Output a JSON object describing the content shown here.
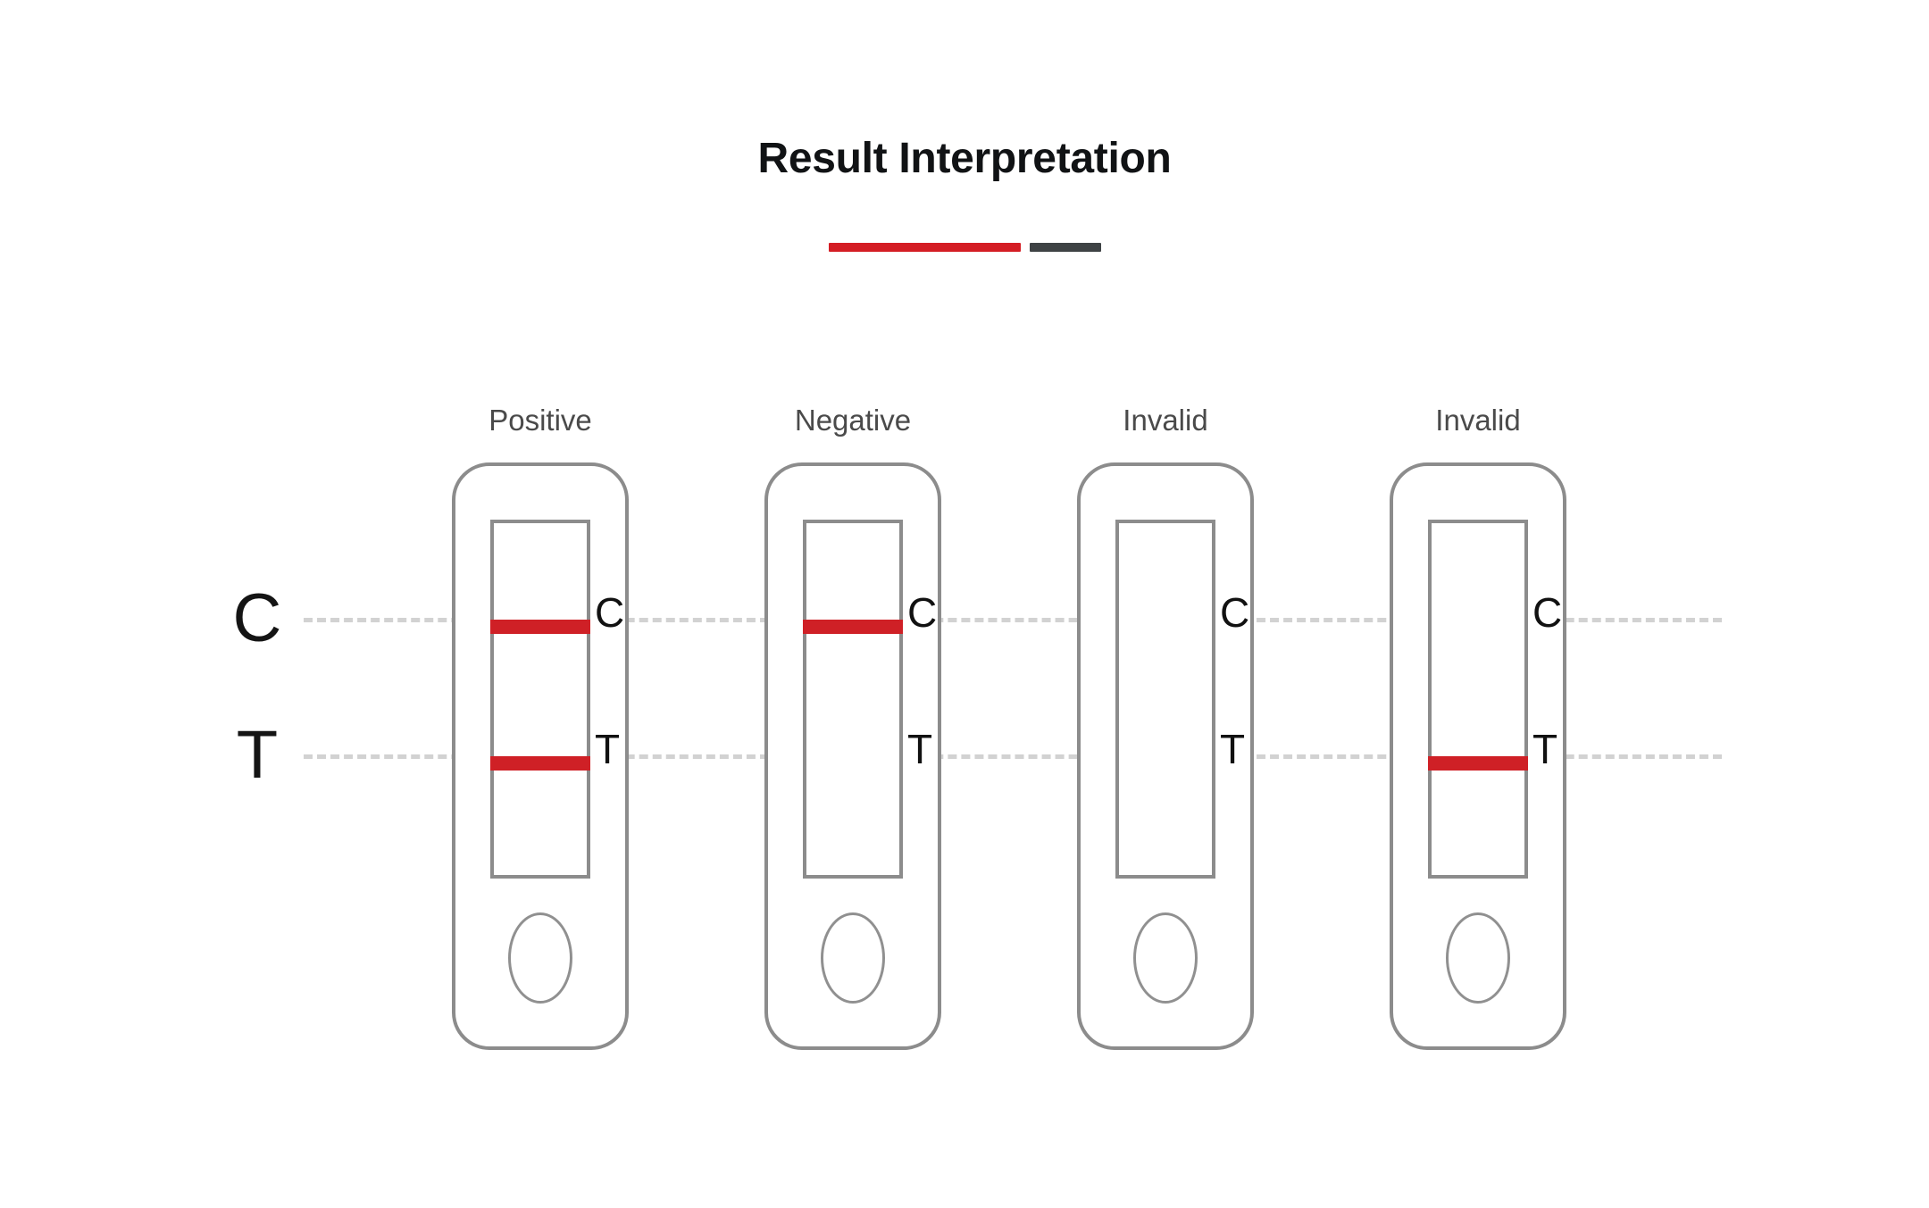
{
  "header": {
    "title": "Result Interpretation",
    "accent_bar_red": "#d41d24",
    "accent_bar_gray": "#3e4244"
  },
  "axis": {
    "control_label": "C",
    "test_label": "T",
    "guide_line_color": "#d2d2d2"
  },
  "colors": {
    "band_red": "#cf2026",
    "cassette_outline": "#8c8c8c",
    "label_text": "#4a4a4a",
    "background": "#ffffff"
  },
  "cassettes": [
    {
      "label": "Positive",
      "control_band": true,
      "test_band": true,
      "control_letter": "C",
      "test_letter": "T"
    },
    {
      "label": "Negative",
      "control_band": true,
      "test_band": false,
      "control_letter": "C",
      "test_letter": "T"
    },
    {
      "label": "Invalid",
      "control_band": false,
      "test_band": false,
      "control_letter": "C",
      "test_letter": "T"
    },
    {
      "label": "Invalid",
      "control_band": false,
      "test_band": true,
      "control_letter": "C",
      "test_letter": "T"
    }
  ]
}
